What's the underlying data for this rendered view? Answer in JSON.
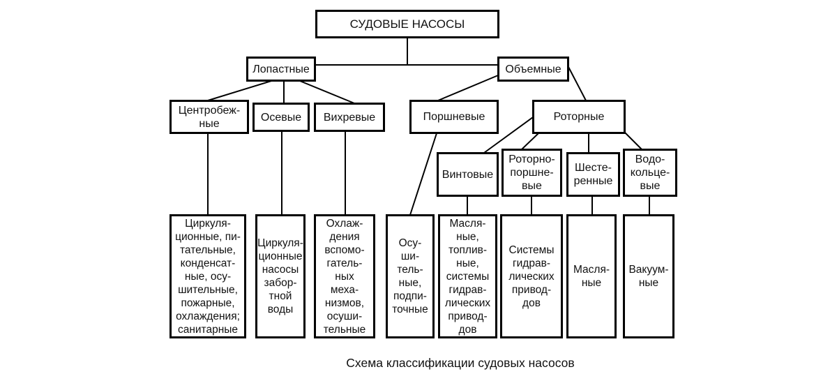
{
  "diagram": {
    "title_node": "СУДОВЫЕ НАСОСЫ",
    "caption": "Схема классификации судовых насосов",
    "nodes": {
      "root": {
        "label": "СУДОВЫЕ НАСОСЫ"
      },
      "lopastnye": {
        "label": "Лопастные"
      },
      "obyemnye": {
        "label": "Объемные"
      },
      "centrobezhnye": {
        "label": "Центробеж-\nные"
      },
      "osevye": {
        "label": "Осевые"
      },
      "vihrevye": {
        "label": "Вихревые"
      },
      "porshnevye": {
        "label": "Поршневые"
      },
      "rotornye": {
        "label": "Роторные"
      },
      "vintovye": {
        "label": "Винтовые"
      },
      "rotorno_porshnevye": {
        "label": "Роторно-\nпоршне-\nвые"
      },
      "shesterennye": {
        "label": "Шесте-\nренные"
      },
      "vodokoltsevye": {
        "label": "Водо-\nкольце-\nвые"
      },
      "leaf_centrobezhnye": {
        "label": "Циркуля-\nционные, пи-\nтательные,\nконденсат-\nные, осу-\nшительные,\nпожарные,\nохлаждения;\nсанитарные"
      },
      "leaf_osevye": {
        "label": "Циркуля-\nционные\nнасосы\nзабор-\nтной\nводы"
      },
      "leaf_vihrevye": {
        "label": "Охлаж-\nдения\nвспомо-\nгатель-\nных\nмеха-\nнизмов,\nосуши-\nтельные"
      },
      "leaf_porshnevye": {
        "label": "Осу-\nши-\nтель-\nные,\nподпи-\nточные"
      },
      "leaf_vintovye": {
        "label": "Масля-\nные,\nтоплив-\nные,\nсистемы\nгидрав-\nлических\nпривод-\nдов"
      },
      "leaf_rotorno": {
        "label": "Системы\nгидрав-\nлических\nпривод-\nдов"
      },
      "leaf_shesterennye": {
        "label": "Масля-\nные"
      },
      "leaf_vodokoltsevye": {
        "label": "Вакуум-\nные"
      }
    },
    "colors": {
      "background": "#ffffff",
      "border": "#000000",
      "text": "#111111",
      "line": "#000000"
    }
  }
}
